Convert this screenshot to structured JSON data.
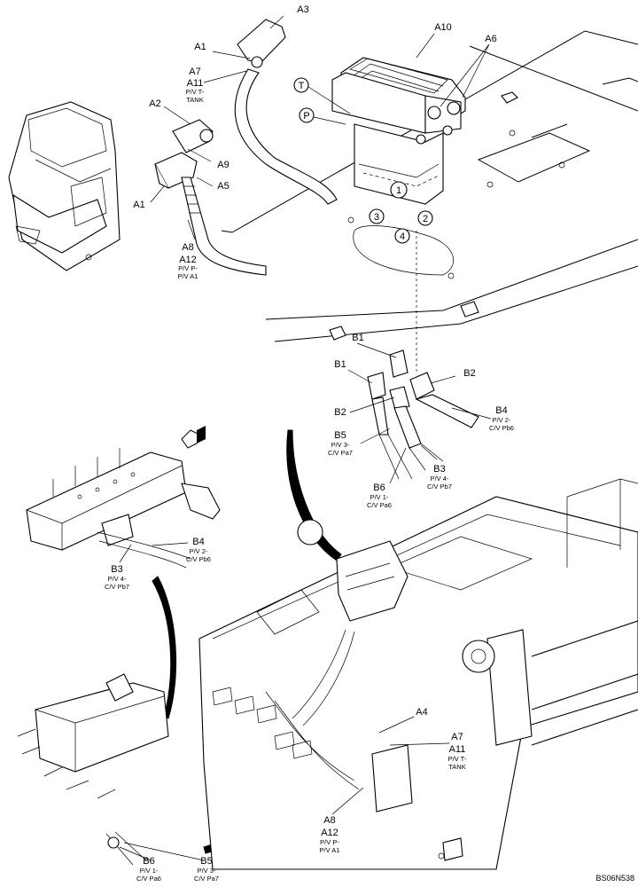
{
  "figure_id": "BS06N538",
  "callouts": {
    "A1_top": "A1",
    "A1_left": "A1",
    "A2": "A2",
    "A3": "A3",
    "A4": "A4",
    "A5": "A5",
    "A6": "A6",
    "A9": "A9",
    "A10": "A10",
    "A7_top": "A7",
    "A11_top": "A11",
    "A7A11_top_desc": [
      "P/V T-",
      "TANK"
    ],
    "A8_top": "A8",
    "A12_top": "A12",
    "A8A12_top_desc": [
      "P/V P-",
      "P/V A1"
    ],
    "A7_bot": "A7",
    "A11_bot": "A11",
    "A7A11_bot_desc": [
      "P/V T-",
      "TANK"
    ],
    "A8_bot": "A8",
    "A12_bot": "A12",
    "A8A12_bot_desc": [
      "P/V P-",
      "P/V A1"
    ],
    "B1_a": "B1",
    "B1_b": "B1",
    "B2_a": "B2",
    "B2_b": "B2",
    "B3_mid": "B3",
    "B3_mid_desc": [
      "P/V 4-",
      "C/V Pb7"
    ],
    "B4_mid": "B4",
    "B4_mid_desc": [
      "P/V 2-",
      "C/V Pb6"
    ],
    "B5_mid": "B5",
    "B5_mid_desc": [
      "P/V 3-",
      "C/V Pa7"
    ],
    "B6_mid": "B6",
    "B6_mid_desc": [
      "P/V 1-",
      "C/V Pa6"
    ],
    "B4_valve": "B4",
    "B4_valve_desc": [
      "P/V 2-",
      "C/V Pb6"
    ],
    "B3_valve": "B3",
    "B3_valve_desc": [
      "P/V 4-",
      "C/V Pb7"
    ],
    "B6_bot": "B6",
    "B6_bot_desc": [
      "P/V 1-",
      "C/V Pa6"
    ],
    "B5_bot": "B5",
    "B5_bot_desc": [
      "P/V 3-",
      "C/V Pa7"
    ]
  },
  "ports": {
    "T": "T",
    "P": "P",
    "p1": "1",
    "p2": "2",
    "p3": "3",
    "p4": "4"
  }
}
